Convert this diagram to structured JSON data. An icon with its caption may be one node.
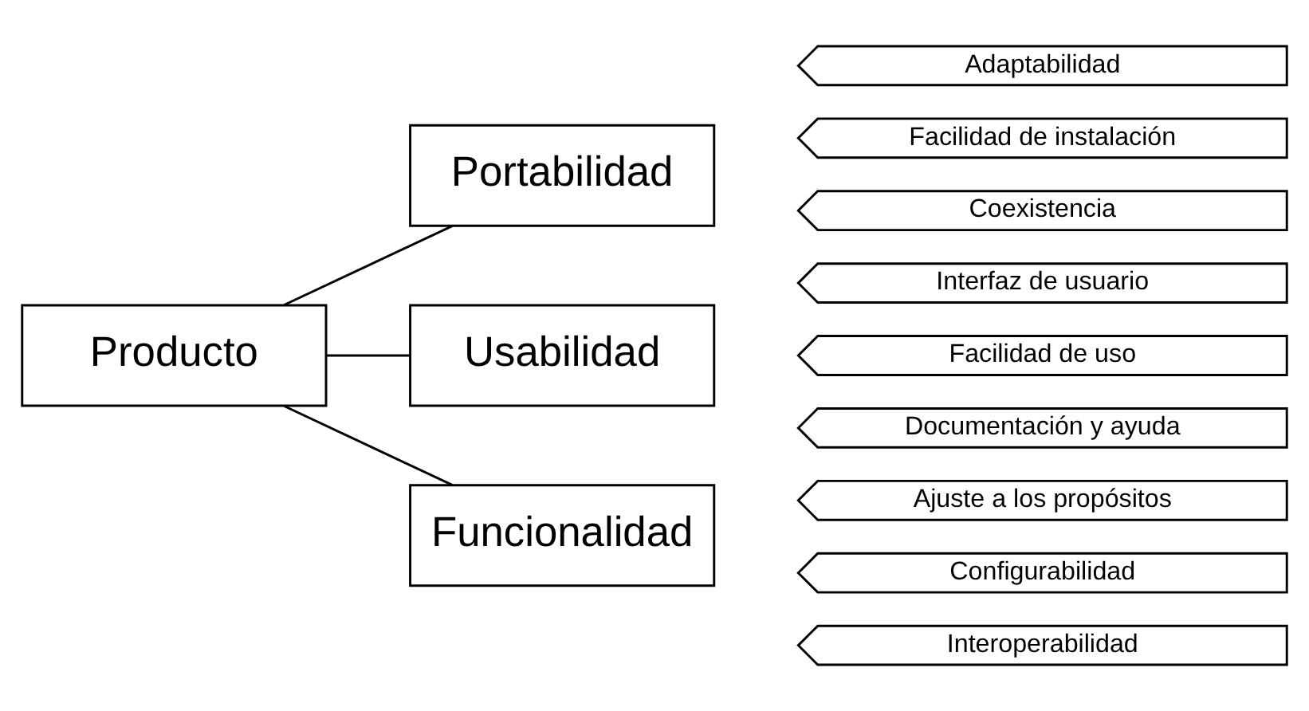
{
  "diagram": {
    "nodes": [
      {
        "text": [
          "Producto"
        ]
      },
      {
        "text": [
          "Portabilidad"
        ]
      },
      {
        "text": [
          "Adaptabilidad"
        ]
      },
      {
        "text": [
          "Facilidad de instalación"
        ]
      },
      {
        "text": [
          "Coexistencia"
        ]
      },
      {
        "text": [
          "Usabilidad"
        ]
      },
      {
        "text": [
          "Interfaz de usuario"
        ]
      },
      {
        "text": [
          "Facilidad de uso"
        ]
      },
      {
        "text": [
          "Documentación y ayuda"
        ]
      },
      {
        "text": [
          "Funcionalidad"
        ]
      },
      {
        "text": [
          "Ajuste a los propósitos"
        ]
      },
      {
        "text": [
          "Configurabilidad"
        ]
      },
      {
        "text": [
          "Interoperabilidad"
        ]
      }
    ],
    "edges": [
      {
        "from": 0,
        "to": 1,
        "arrow": "none"
      },
      {
        "from": 0,
        "to": 5,
        "arrow": "none"
      },
      {
        "from": 0,
        "to": 9,
        "arrow": "none"
      }
    ]
  }
}
